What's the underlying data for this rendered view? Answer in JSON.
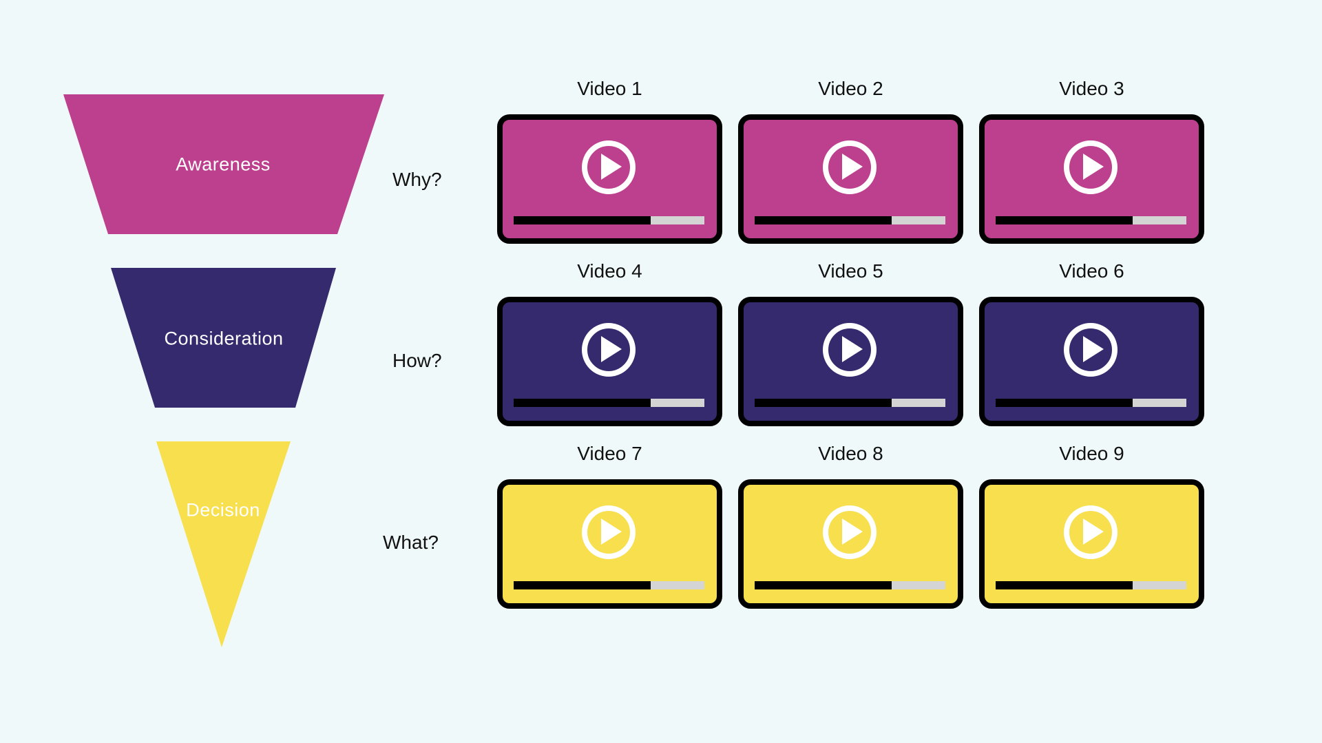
{
  "colors": {
    "awareness": "#bd408e",
    "consideration": "#352a6e",
    "decision": "#f7df4e",
    "background": "#f0f9fa"
  },
  "stages": [
    {
      "label": "Awareness",
      "question": "Why?"
    },
    {
      "label": "Consideration",
      "question": "How?"
    },
    {
      "label": "Decision",
      "question": "What?"
    }
  ],
  "videos": [
    {
      "label": "Video 1",
      "progress": 0.72
    },
    {
      "label": "Video 2",
      "progress": 0.72
    },
    {
      "label": "Video 3",
      "progress": 0.72
    },
    {
      "label": "Video 4",
      "progress": 0.72
    },
    {
      "label": "Video 5",
      "progress": 0.72
    },
    {
      "label": "Video 6",
      "progress": 0.72
    },
    {
      "label": "Video 7",
      "progress": 0.72
    },
    {
      "label": "Video 8",
      "progress": 0.72
    },
    {
      "label": "Video 9",
      "progress": 0.72
    }
  ]
}
